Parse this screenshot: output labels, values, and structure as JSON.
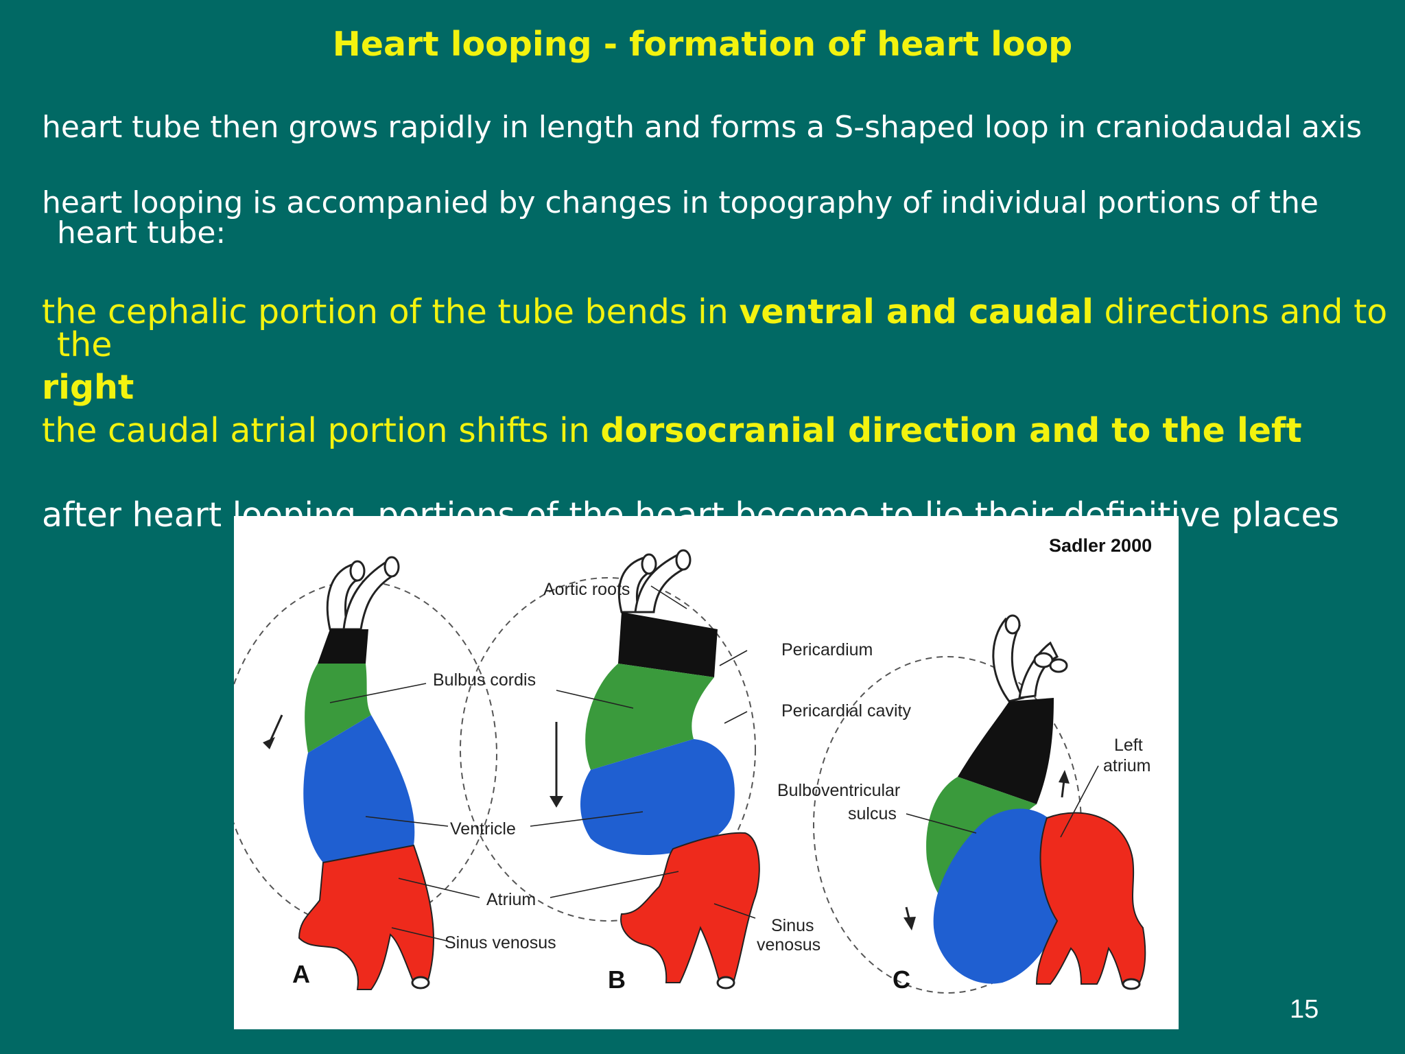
{
  "title": "Heart looping - formation of heart loop",
  "bullets": {
    "b1": "heart tube then grows rapidly in length and forms a S-shaped loop in craniodaudal axis",
    "b2_line1": "heart looping is accompanied by changes in topography of individual portions of the",
    "b2_line2": "heart tube:",
    "b3_pre": "the cephalic portion of the tube bends in ",
    "b3_bold": "ventral and caudal",
    "b3_post": " directions and to",
    "b3_line2": "the",
    "b3_line3": "right",
    "b4_pre": "the caudal atrial portion shifts in ",
    "b4_bold": "dorsocranial direction and to the left",
    "b5": "after heart looping, portions of the heart become to lie their definitive places"
  },
  "figure": {
    "credit": "Sadler 2000",
    "labels": {
      "aortic_roots": "Aortic roots",
      "pericardium": "Pericardium",
      "bulbus_cordis": "Bulbus cordis",
      "pericardial_cavity": "Pericardial cavity",
      "left": "Left",
      "atrium_left": "atrium",
      "bulboventricular": "Bulboventricular",
      "sulcus": "sulcus",
      "ventricle": "Ventricle",
      "atrium": "Atrium",
      "sinus": "Sinus",
      "venosus": "venosus",
      "sinus_venosus": "Sinus venosus"
    },
    "panels": [
      "A",
      "B",
      "C"
    ],
    "colors": {
      "bulbus": "#3a9a3c",
      "ventricle": "#1f5fd1",
      "atrium": "#ee2a1c",
      "truncus": "#111111"
    }
  },
  "page_number": "15"
}
